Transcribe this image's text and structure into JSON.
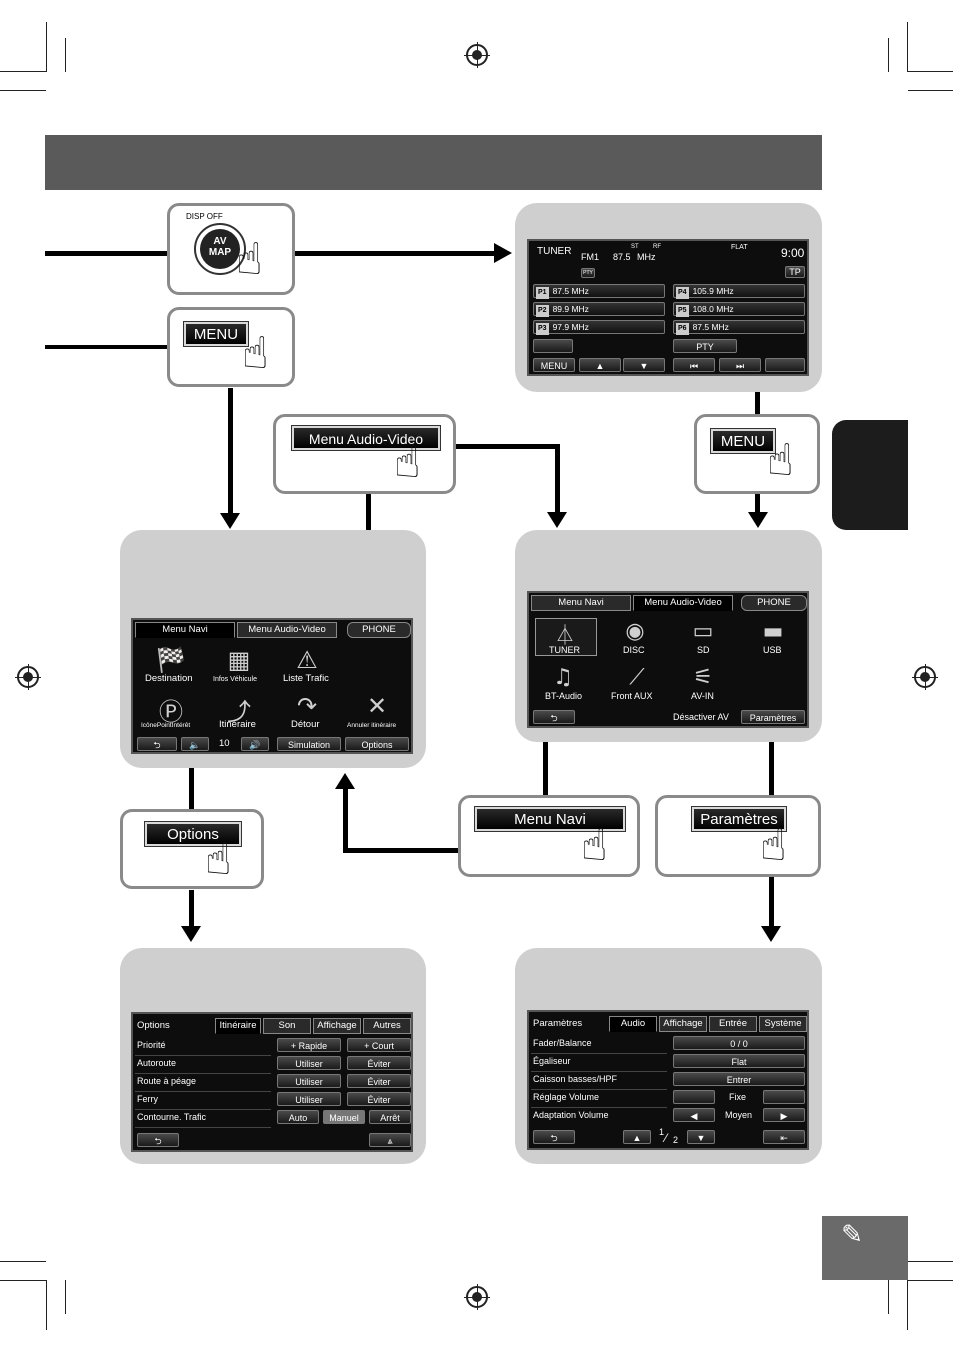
{
  "hw_buttons": {
    "disp_off": "DISP OFF",
    "av_map": "AV MAP",
    "menu": "MENU"
  },
  "callouts": {
    "menu_audio_video": "Menu Audio-Video",
    "menu_right": "MENU",
    "options": "Options",
    "menu_navi": "Menu Navi",
    "parametres": "Paramètres"
  },
  "tuner_screen": {
    "source": "TUNER",
    "band": "FM1",
    "freq": "87.5",
    "unit": "MHz",
    "st": "ST",
    "rf": "RF",
    "flat": "FLAT",
    "clock": "9:00",
    "tp": "TP",
    "pty_badge": "PTY",
    "pty_button": "PTY",
    "menu": "MENU",
    "presets": [
      {
        "id": "P1",
        "freq": "87.5 MHz"
      },
      {
        "id": "P2",
        "freq": "89.9 MHz"
      },
      {
        "id": "P3",
        "freq": "97.9 MHz"
      },
      {
        "id": "P4",
        "freq": "105.9 MHz"
      },
      {
        "id": "P5",
        "freq": "108.0 MHz"
      },
      {
        "id": "P6",
        "freq": "87.5 MHz"
      }
    ]
  },
  "navi_screen": {
    "tabs": [
      "Menu Navi",
      "Menu Audio-Video",
      "PHONE"
    ],
    "items": [
      "Destination",
      "Infos Véhicule",
      "Liste Trafic",
      "IcônePointIntérêt",
      "Itinéraire",
      "Détour",
      "Annuler itinéraire"
    ],
    "volume": "10",
    "simulation": "Simulation",
    "options": "Options"
  },
  "av_screen": {
    "tabs": [
      "Menu Navi",
      "Menu Audio-Video",
      "PHONE"
    ],
    "sources": [
      "TUNER",
      "DISC",
      "SD",
      "USB",
      "BT-Audio",
      "Front AUX",
      "AV-IN"
    ],
    "disable_av": "Désactiver AV",
    "settings": "Paramètres"
  },
  "options_screen": {
    "title": "Options",
    "tabs": [
      "Itinéraire",
      "Son",
      "Affichage",
      "Autres"
    ],
    "rows": [
      {
        "label": "Priorité",
        "a": "+ Rapide",
        "b": "+ Court"
      },
      {
        "label": "Autoroute",
        "a": "Utiliser",
        "b": "Éviter"
      },
      {
        "label": "Route à péage",
        "a": "Utiliser",
        "b": "Éviter"
      },
      {
        "label": "Ferry",
        "a": "Utiliser",
        "b": "Éviter"
      },
      {
        "label": "Contourne. Trafic",
        "a": "Auto",
        "m": "Manuel",
        "b": "Arrêt"
      }
    ]
  },
  "settings_screen": {
    "title": "Paramètres",
    "tabs": [
      "Audio",
      "Affichage",
      "Entrée",
      "Système"
    ],
    "rows": [
      {
        "label": "Fader/Balance",
        "value": "0 / 0"
      },
      {
        "label": "Égaliseur",
        "value": "Flat"
      },
      {
        "label": "Caisson basses/HPF",
        "value": "Entrer"
      },
      {
        "label": "Réglage Volume",
        "value": "Fixe"
      },
      {
        "label": "Adaptation Volume",
        "value": "Moyen"
      }
    ],
    "page_num": "1",
    "page_den": "2"
  }
}
